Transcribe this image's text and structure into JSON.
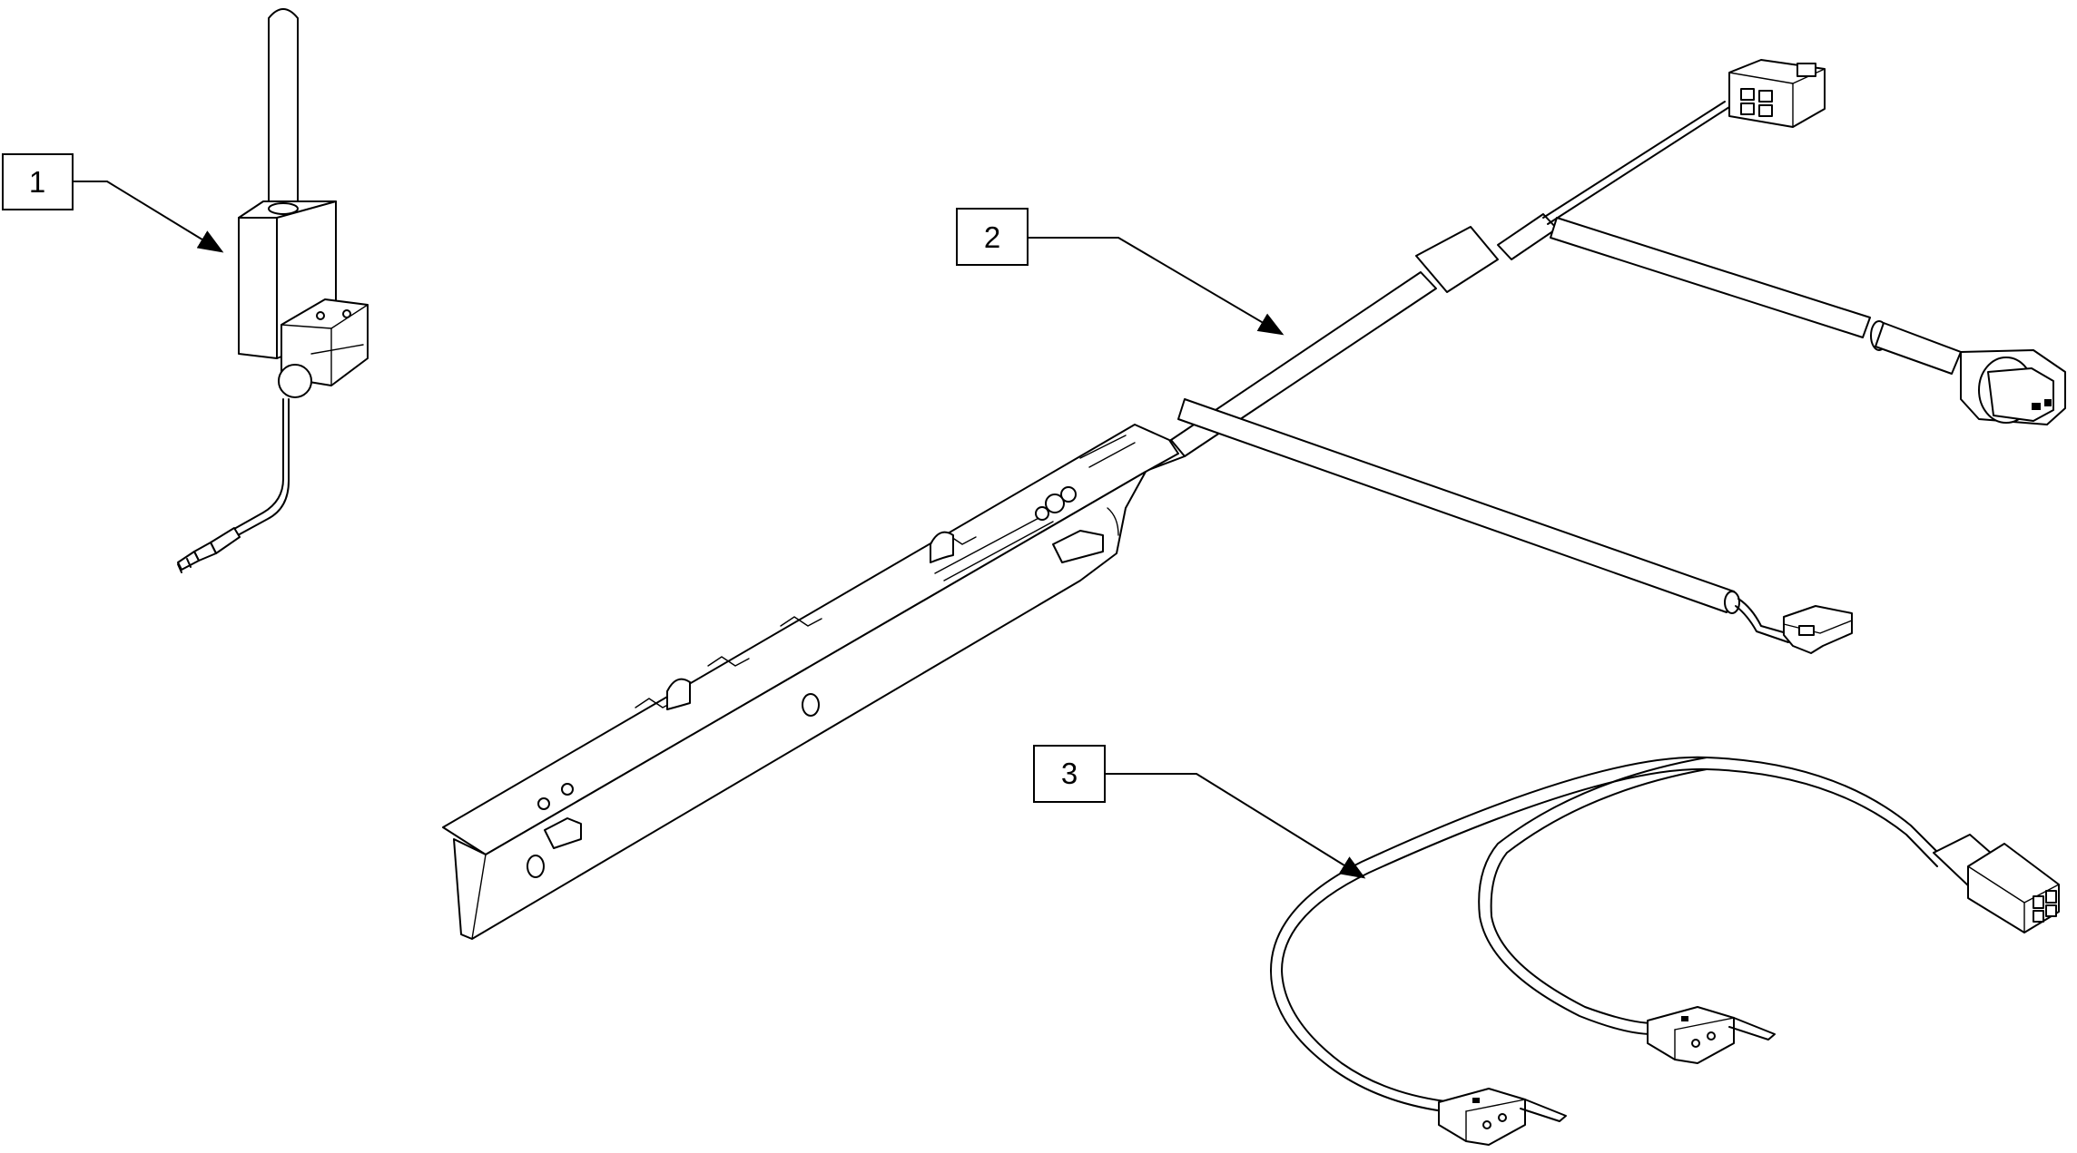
{
  "diagram": {
    "callouts": [
      {
        "id": "1",
        "label": "1",
        "part": "antenna-module"
      },
      {
        "id": "2",
        "label": "2",
        "part": "wire-harness-with-mounting-bracket"
      },
      {
        "id": "3",
        "label": "3",
        "part": "switch-cable-assembly"
      }
    ],
    "colors": {
      "line": "#000000",
      "background": "#ffffff"
    }
  }
}
